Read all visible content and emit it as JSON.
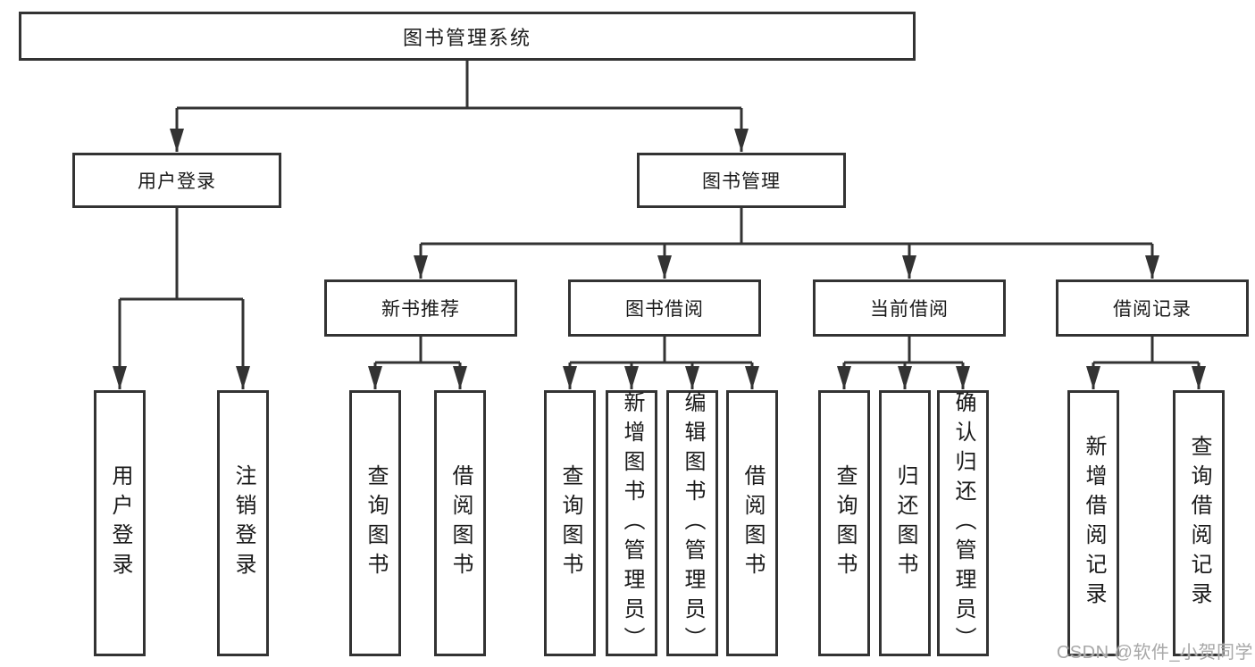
{
  "diagram": {
    "root": {
      "label": "图书管理系统"
    },
    "branches": [
      {
        "label": "用户登录",
        "children": [
          {
            "label": "用户登录"
          },
          {
            "label": "注销登录"
          }
        ]
      },
      {
        "label": "图书管理",
        "sections": [
          {
            "label": "新书推荐",
            "children": [
              {
                "label": "查询图书"
              },
              {
                "label": "借阅图书"
              }
            ]
          },
          {
            "label": "图书借阅",
            "children": [
              {
                "label": "查询图书"
              },
              {
                "label": "新增图书（管理员）"
              },
              {
                "label": "编辑图书（管理员）"
              },
              {
                "label": "借阅图书"
              }
            ]
          },
          {
            "label": "当前借阅",
            "children": [
              {
                "label": "查询图书"
              },
              {
                "label": "归还图书"
              },
              {
                "label": "确认归还（管理员）"
              }
            ]
          },
          {
            "label": "借阅记录",
            "children": [
              {
                "label": "新增借阅记录"
              },
              {
                "label": "查询借阅记录"
              }
            ]
          }
        ]
      }
    ]
  },
  "watermark": {
    "text": "CSDN @软件_小贺同学"
  },
  "colors": {
    "line": "#333333",
    "box_border": "#333333",
    "text": "#1a1a1a",
    "watermark": "#a8a8a8",
    "background": "#ffffff"
  }
}
